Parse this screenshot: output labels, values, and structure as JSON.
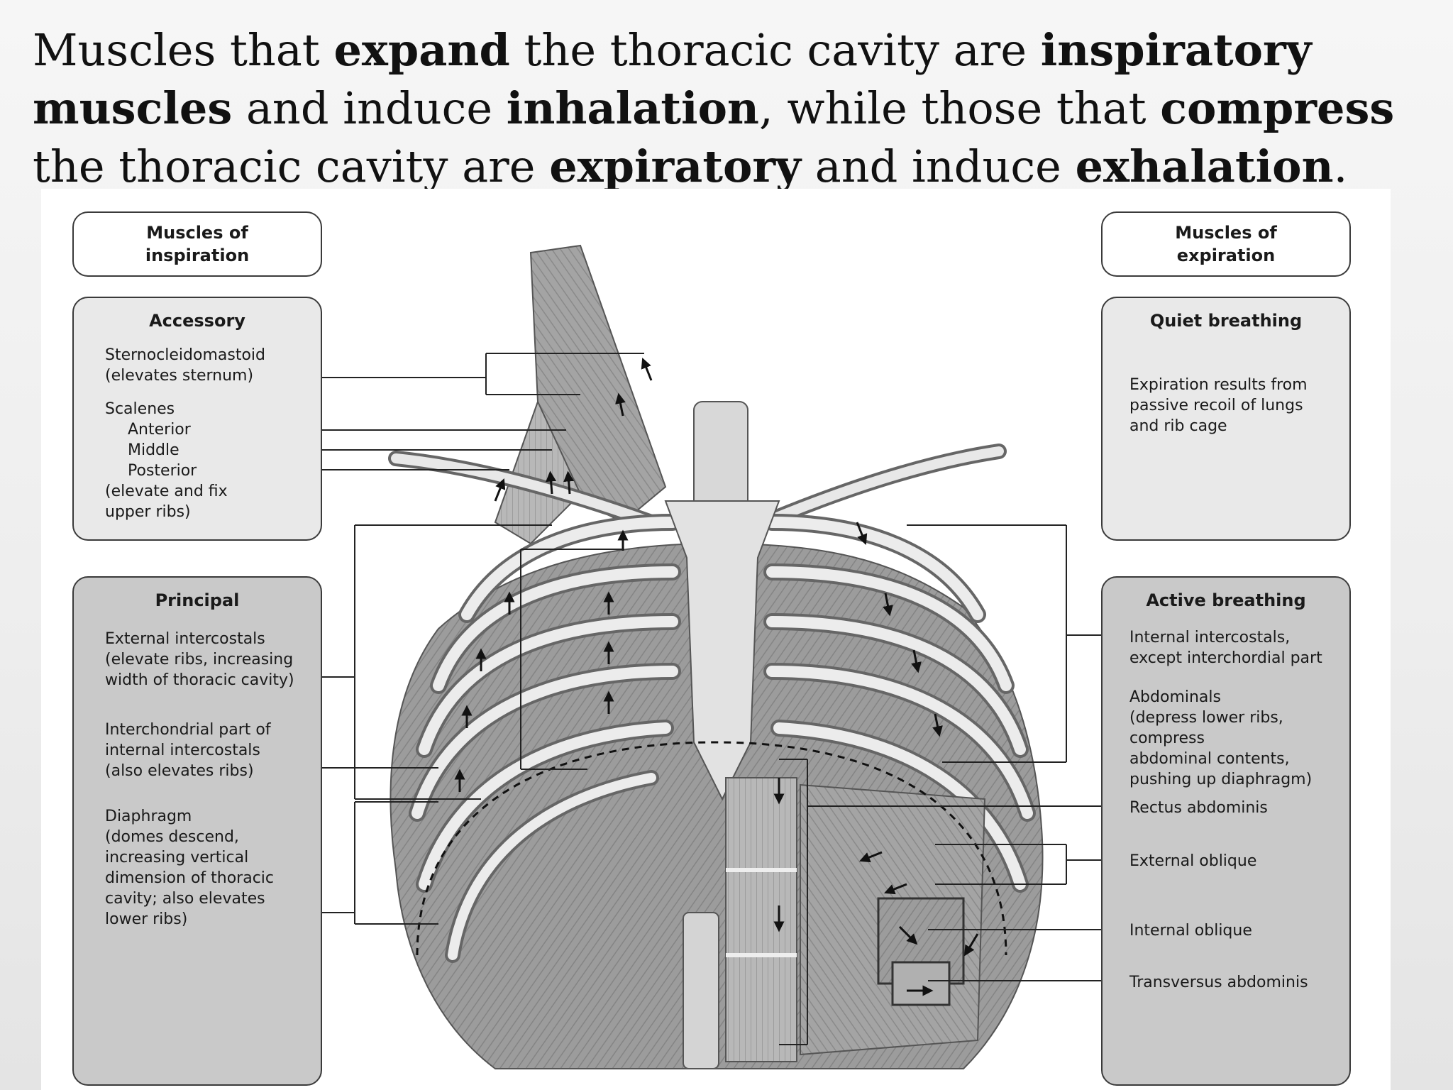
{
  "heading": {
    "t1": "Muscles that ",
    "b1": "expand",
    "t2": " the thoracic cavity are ",
    "b2": "inspiratory muscles",
    "t3": " and induce ",
    "b3": "inhalation",
    "t4": ", while those that ",
    "b4": "compress",
    "t5": " the thoracic cavity are ",
    "b5": "expiratory",
    "t6": " and induce ",
    "b6": "exhalation",
    "t7": "."
  },
  "inspiration": {
    "title": "Muscles of\ninspiration",
    "accessory": {
      "header": "Accessory",
      "scm": "Sternocleidomastoid\n(elevates sternum)",
      "scalenes": "Scalenes",
      "anterior": "Anterior",
      "middle": "Middle",
      "posterior": "Posterior",
      "scalenes_note": "(elevate and fix\nupper ribs)"
    },
    "principal": {
      "header": "Principal",
      "ext_intercostals": "External intercostals\n(elevate ribs, increasing\nwidth of thoracic cavity)",
      "interchondrial": "Interchondrial part of\ninternal intercostals\n(also elevates ribs)",
      "diaphragm": "Diaphragm\n(domes descend,\nincreasing vertical\ndimension of thoracic\ncavity; also elevates\nlower ribs)"
    }
  },
  "expiration": {
    "title": "Muscles of\nexpiration",
    "quiet": {
      "header": "Quiet breathing",
      "text": "Expiration results from\npassive recoil of lungs\nand rib cage"
    },
    "active": {
      "header": "Active breathing",
      "int_intercostals": "Internal intercostals,\nexcept interchordial part",
      "abdominals": "Abdominals\n(depress lower ribs,\ncompress\nabdominal contents,\npushing up diaphragm)",
      "rectus": "Rectus abdominis",
      "ext_oblique": "External oblique",
      "int_oblique": "Internal oblique",
      "transversus": "Transversus abdominis"
    }
  }
}
